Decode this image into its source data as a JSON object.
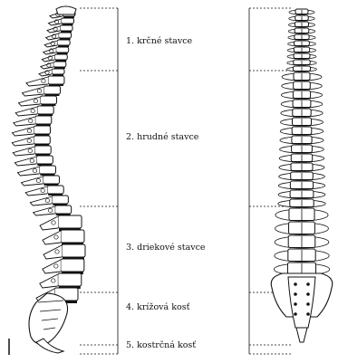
{
  "labels": [
    {
      "number": "1.",
      "text": "krčné stavce"
    },
    {
      "number": "2.",
      "text": "hrudné stavce"
    },
    {
      "number": "3.",
      "text": "driekové stavce"
    },
    {
      "number": "4.",
      "text": "krížová kosť"
    },
    {
      "number": "5.",
      "text": "kostrčná kosť"
    }
  ],
  "views": [
    "side-view",
    "front-view"
  ],
  "colors": {
    "ink": "#111111",
    "bone": "#ffffff",
    "disc": "#111111"
  }
}
